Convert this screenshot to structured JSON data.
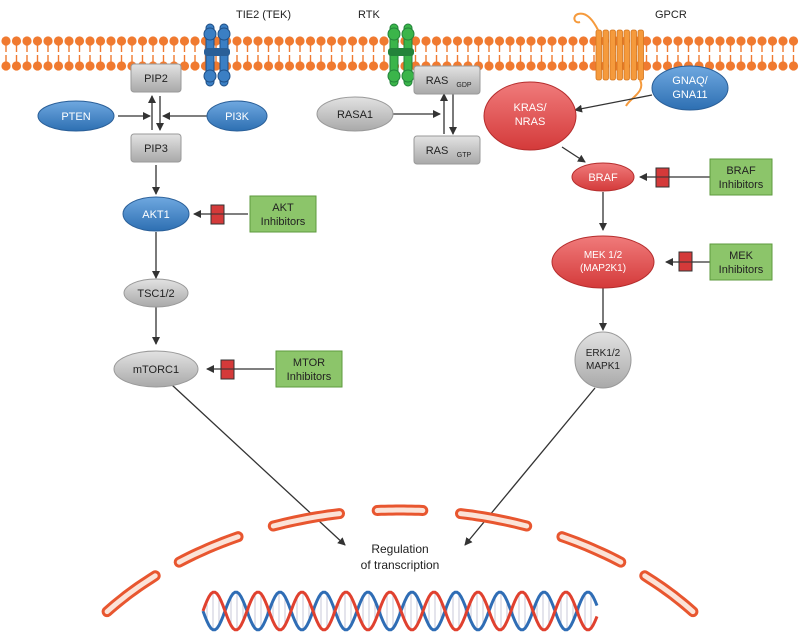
{
  "membrane": {
    "receptors": {
      "tie2": "TIE2 (TEK)",
      "rtk": "RTK",
      "gpcr": "GPCR"
    }
  },
  "nodes": {
    "pip2": "PIP2",
    "pip3": "PIP3",
    "pten": "PTEN",
    "pi3k": "PI3K",
    "akt1": "AKT1",
    "tsc": "TSC1/2",
    "mtorc1": "mTORC1",
    "rasa1": "RASA1",
    "ras_gdp": {
      "main": "RAS",
      "sub": "GDP"
    },
    "ras_gtp": {
      "main": "RAS",
      "sub": "GTP"
    },
    "kras": [
      "KRAS/",
      "NRAS"
    ],
    "gnaq": [
      "GNAQ/",
      "GNA11"
    ],
    "braf": "BRAF",
    "mek": [
      "MEK 1/2",
      "(MAP2K1)"
    ],
    "erk": [
      "ERK1/2",
      "MAPK1"
    ]
  },
  "inhibitors": {
    "akt": [
      "AKT",
      "Inhibitors"
    ],
    "mtor": [
      "MTOR",
      "Inhibitors"
    ],
    "braf": [
      "BRAF",
      "Inhibitors"
    ],
    "mek": [
      "MEK",
      "Inhibitors"
    ]
  },
  "nucleus": {
    "label": [
      "Regulation",
      "of transcription"
    ]
  },
  "colors": {
    "membrane": "#f07a30",
    "blue": "#3b7fc4",
    "red": "#e04a4a",
    "gray": "#b8b8b8",
    "green": "#8cc56a",
    "greenStroke": "#5e9a3e",
    "dnaBlue": "#2f6db5",
    "dnaRed": "#e0412f",
    "receptorGreen": "#3bb54a"
  }
}
